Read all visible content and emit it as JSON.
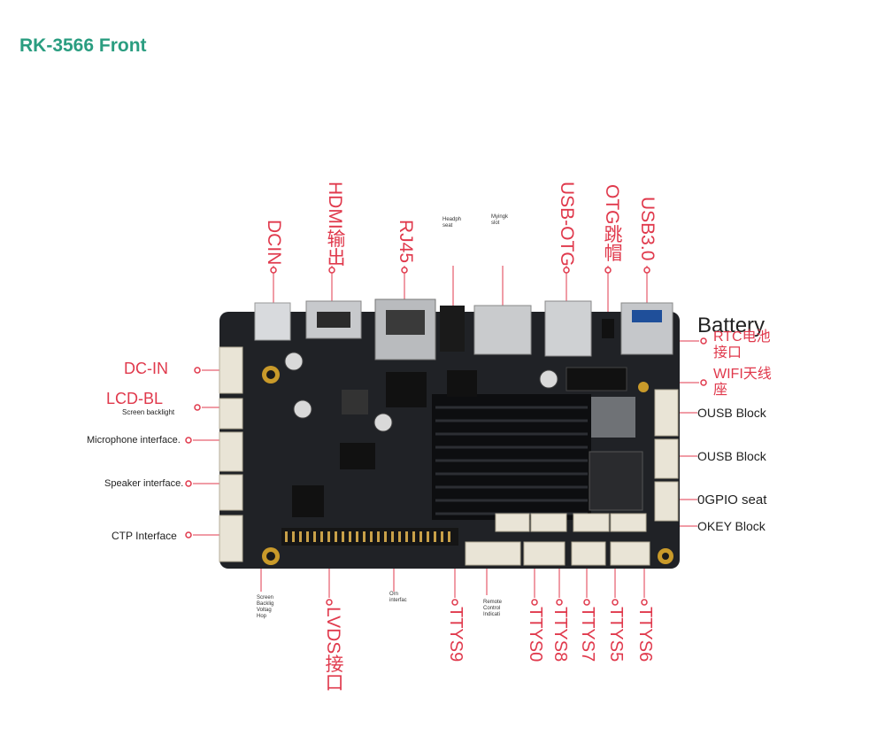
{
  "title": "RK-3566 Front",
  "top_labels": {
    "dcin": "DCIN",
    "hdmi": "HDMI输出",
    "rj45": "RJ45",
    "headph": "Headph seat",
    "mysd": "Myingk slot",
    "usb_otg": "USB-OTG",
    "otg_jump": "OTG跳帽",
    "usb30": "USB3.0"
  },
  "battery": "Battery",
  "right_labels": {
    "rtc": "RTC电池接口",
    "wifi": "WIFI天线座",
    "usb1": "OUSB Block",
    "usb2": "OUSB Block",
    "gpio": "0GPIO seat",
    "key": "OKEY Block"
  },
  "left_labels": {
    "dcin": "DC-IN",
    "lcdbl": "LCD-BL",
    "lcdbl_sub": "Screen backlight",
    "mic": "Microphone interface.",
    "spk": "Speaker interface.",
    "ctp": "CTP Interface"
  },
  "bottom_labels": {
    "screen": "Screen Backlig Voltag Hop",
    "lvds": "LVDS接口",
    "orn": "Orn interfac",
    "ttys9": "TTYS9",
    "remote": "Remote Control Indicati",
    "ttys0": "TTYS0",
    "ttys8": "TTYS8",
    "ttys7": "TTYS7",
    "ttys5": "TTYS5",
    "ttys6": "TTYS6"
  },
  "colors": {
    "title": "#2a9d80",
    "callout": "#e0394c",
    "board": "#202226",
    "heatsink": "#0d0e10"
  }
}
